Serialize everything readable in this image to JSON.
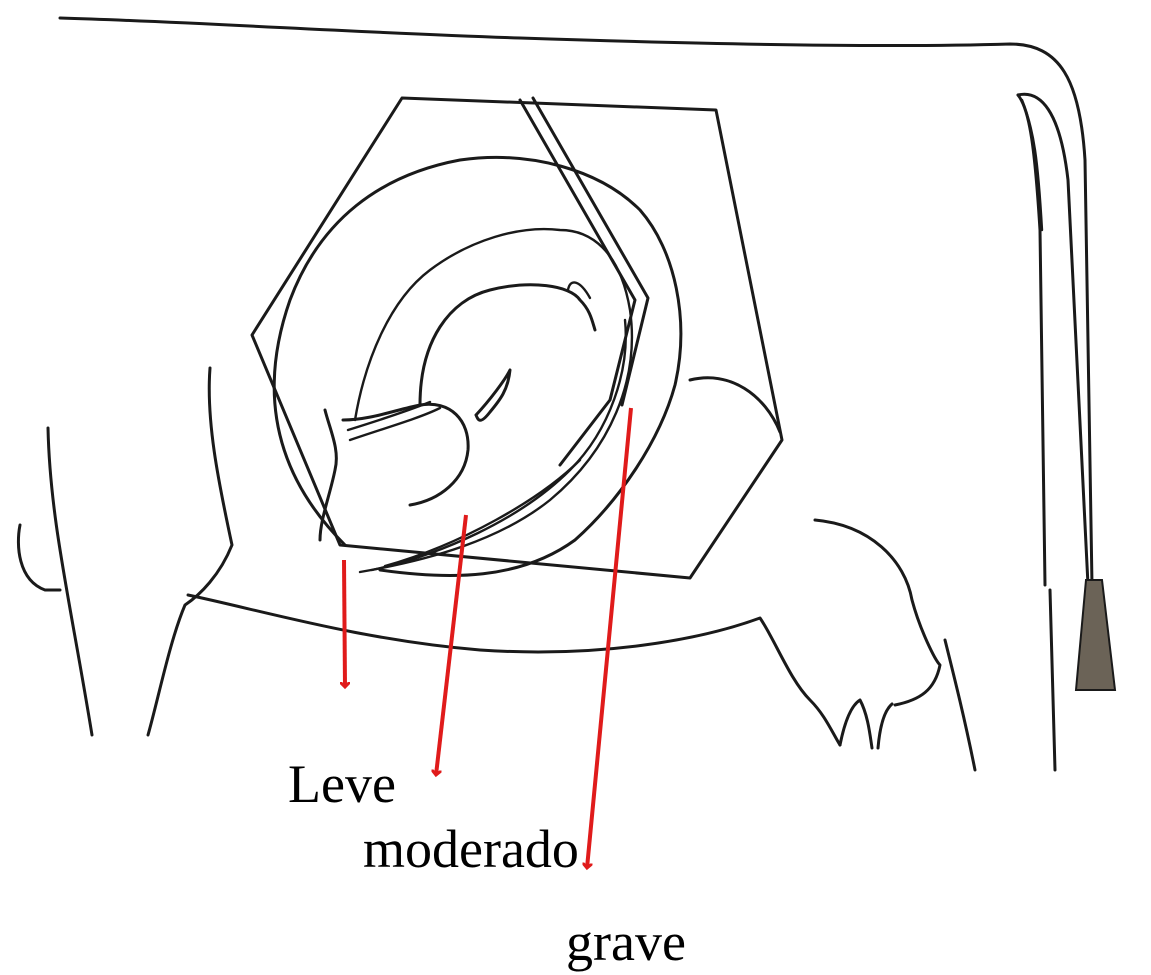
{
  "labels": {
    "leve": "Leve",
    "moderado": "moderado",
    "grave": "grave"
  },
  "colors": {
    "arrow": "#e01b1b",
    "line_art": "#1a1a1a",
    "label_text": "#000000",
    "tail_switch": "#6b6357"
  }
}
